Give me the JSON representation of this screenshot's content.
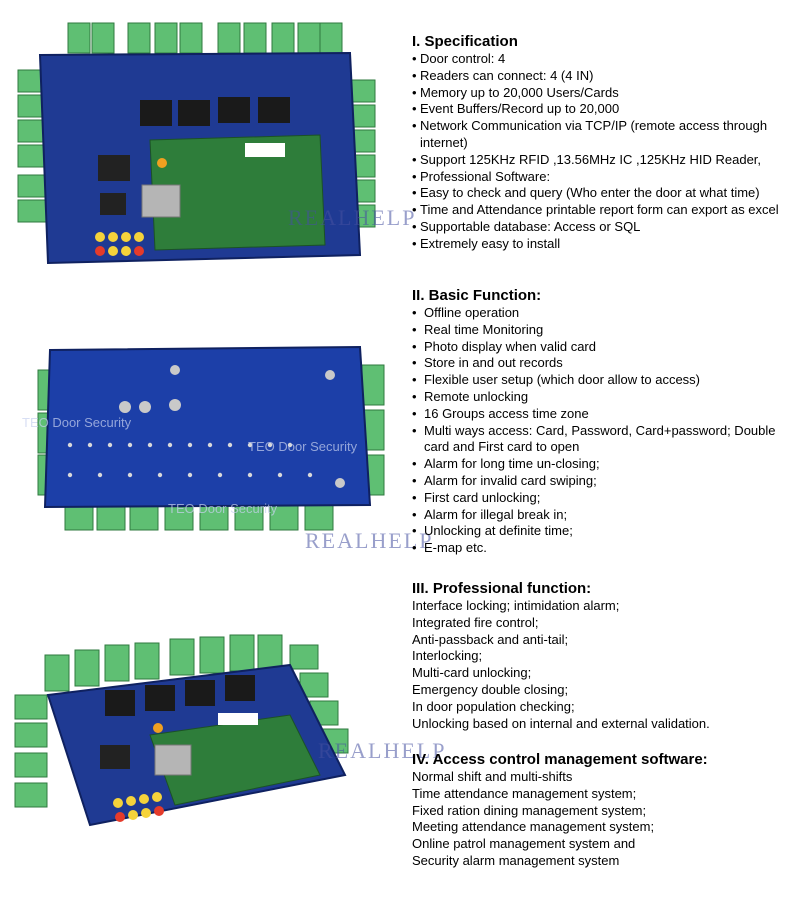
{
  "watermark_text": "REALHELP",
  "board_silkscreen": "TEO Door Security",
  "colors": {
    "pcb_blue": "#1f3a93",
    "terminal_green": "#5fbf73",
    "pcb_green": "#2e7d3a",
    "watermark": "#5a63a8"
  },
  "sections": [
    {
      "title": "I. Specification",
      "items": [
        "Door control: 4",
        "Readers can connect: 4 (4 IN)",
        "Memory up to 20,000 Users/Cards",
        "Event Buffers/Record up to 20,000",
        "Network Communication via TCP/IP (remote access through internet)",
        "Support 125KHz RFID ,13.56MHz IC ,125KHz HID Reader,",
        "Professional Software:",
        "Easy to check and query (Who enter the door at what time)",
        "Time and Attendance printable report form can export as excel",
        "Supportable database: Access or SQL",
        "Extremely easy to install"
      ]
    },
    {
      "title": "II. Basic Function:",
      "items": [
        "Offline operation",
        "Real time Monitoring",
        "Photo display when valid card",
        "Store in and out records",
        "Flexible user setup (which door allow to access)",
        "Remote unlocking",
        "16 Groups access time zone",
        "Multi ways access: Card, Password, Card+password; Double card and First card to open",
        "Alarm for long time un-closing;",
        "Alarm for invalid card swiping;",
        "First card unlocking;",
        "Alarm for illegal break in;",
        "Unlocking at definite time;",
        "E-map etc."
      ]
    },
    {
      "title": "III. Professional function:",
      "items": [
        "Interface locking; intimidation alarm;",
        "Integrated fire control;",
        "Anti-passback and anti-tail;",
        "Interlocking;",
        "Multi-card unlocking;",
        "Emergency double closing;",
        "In door population checking;",
        "Unlocking based on internal and external validation."
      ]
    },
    {
      "title": "IV. Access control management software:",
      "items": [
        "Normal shift and multi-shifts",
        "Time attendance management system;",
        "Fixed ration dining management system;",
        "Meeting attendance management system;",
        "Online patrol management system and",
        "Security alarm management system"
      ]
    }
  ]
}
